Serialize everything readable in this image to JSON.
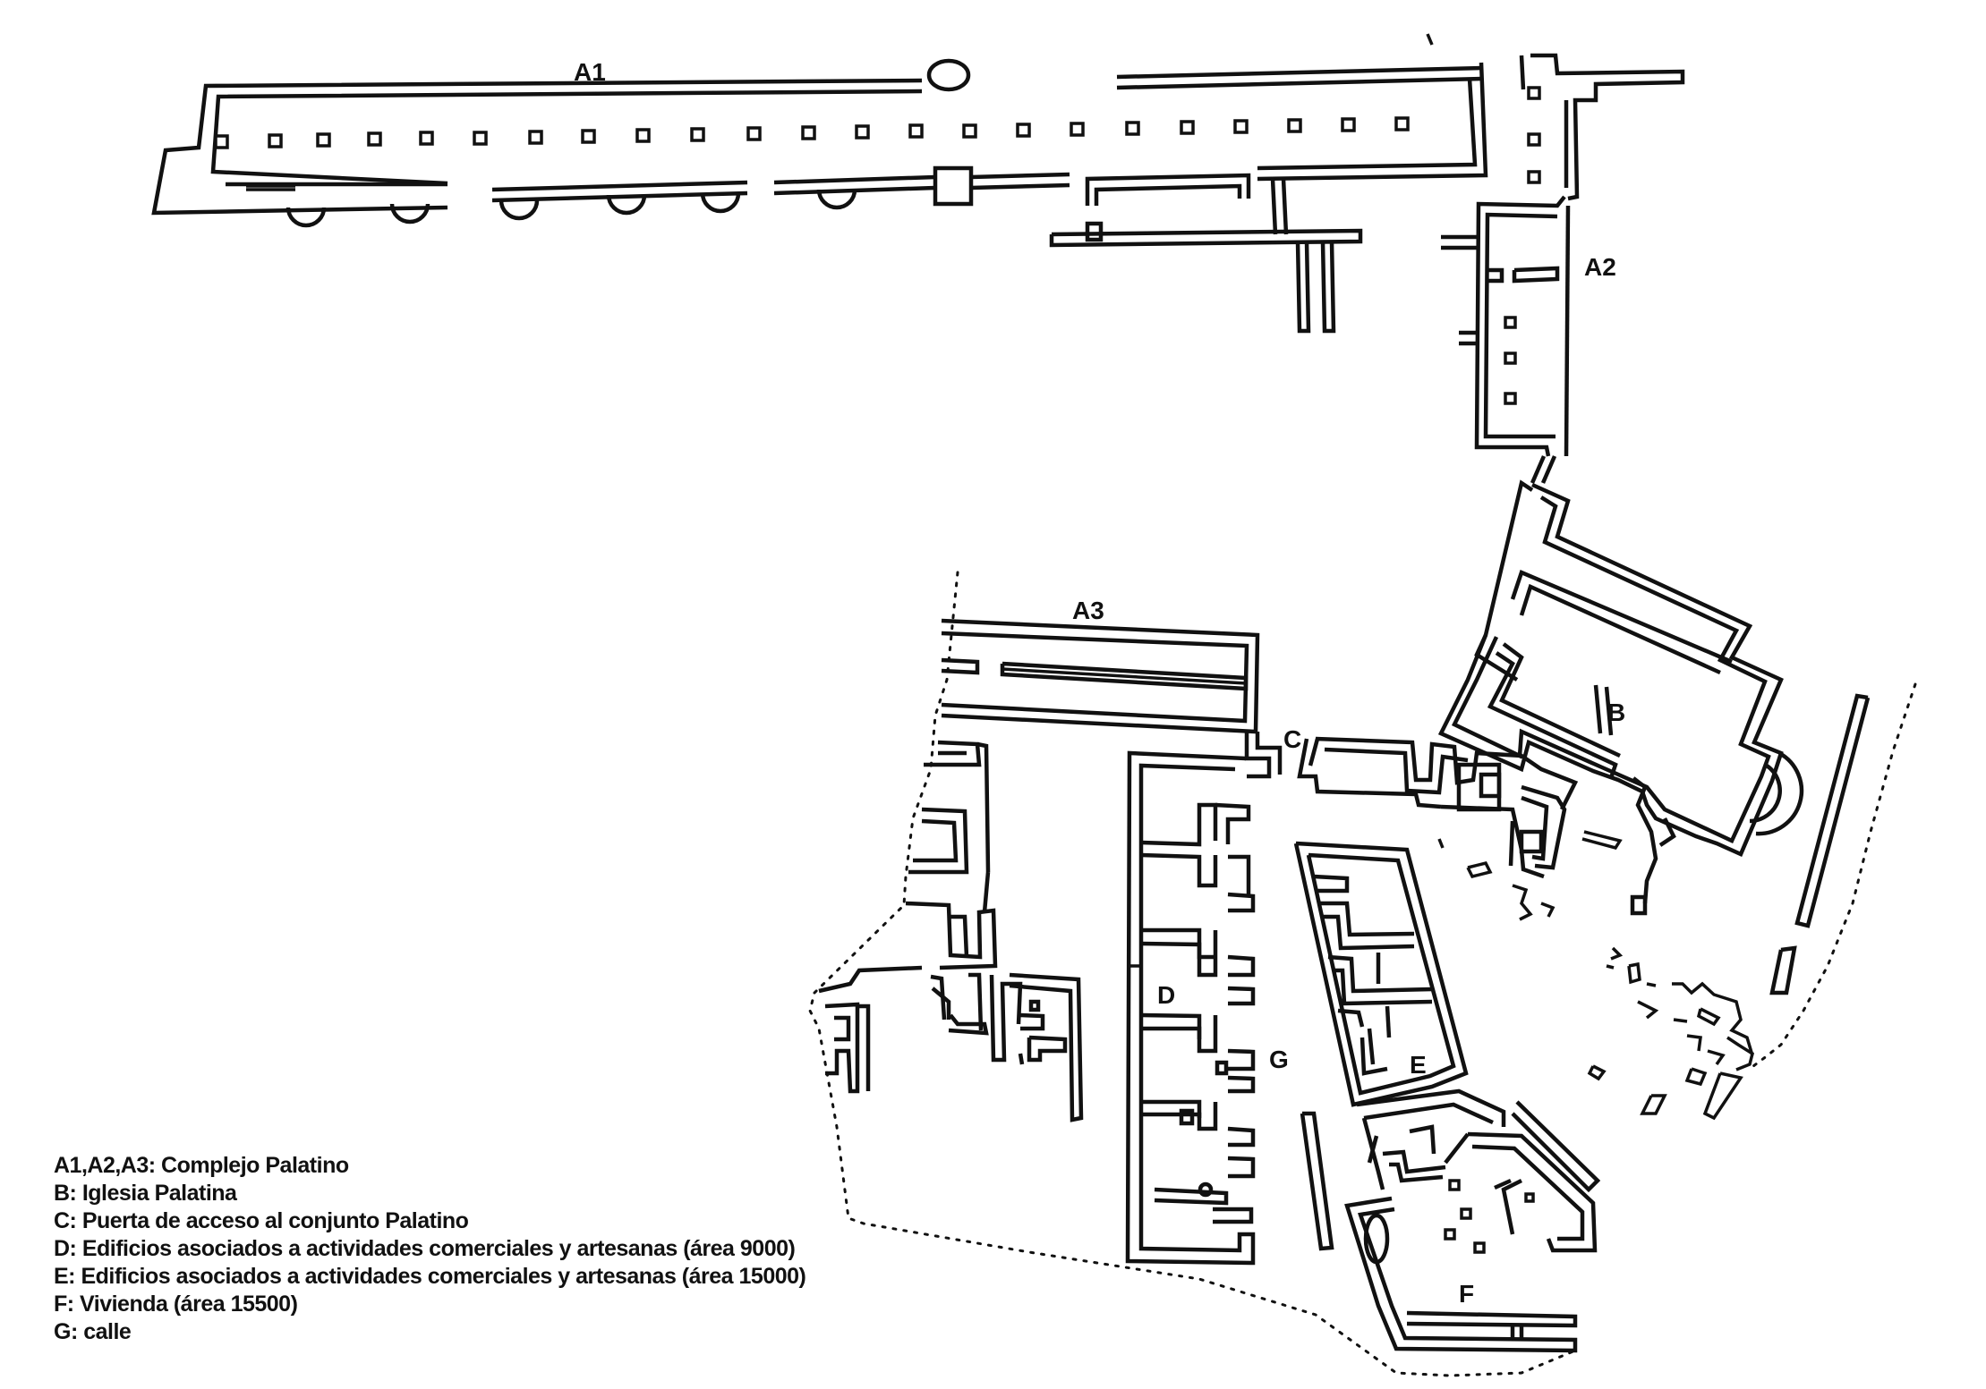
{
  "plan_labels": {
    "A1": "A1",
    "A2": "A2",
    "A3": "A3",
    "B": "B",
    "C": "C",
    "D": "D",
    "E": "E",
    "F": "F",
    "G": "G"
  },
  "legend": [
    "A1,A2,A3: Complejo Palatino",
    "B: Iglesia Palatina",
    "C: Puerta de acceso al conjunto Palatino",
    "D: Edificios asociados a actividades comerciales y artesanas (área 9000)",
    "E: Edificios asociados a actividades comerciales y artesanas  (área 15000)",
    "F: Vivienda (área 15500)",
    "G: calle"
  ],
  "colors": {
    "ink": "#111111",
    "background": "#ffffff"
  }
}
